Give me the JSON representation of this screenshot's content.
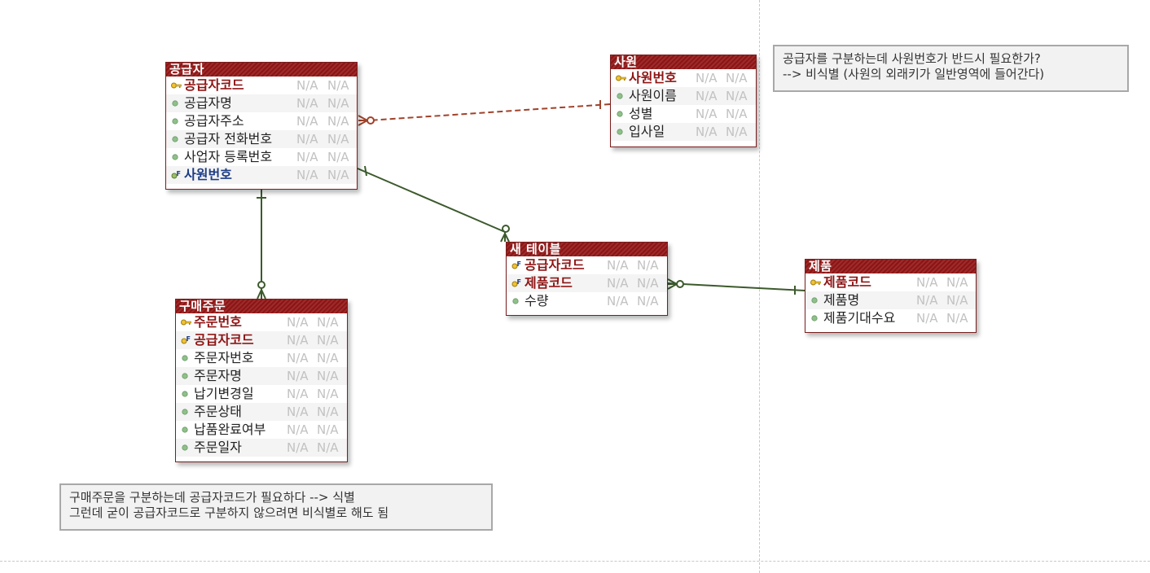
{
  "colors": {
    "header": "#8e1414",
    "relationship_line": "#3c5a2c",
    "non_identifying_line": "#a0422a",
    "type_text": "#c2c2c2",
    "fk_text": "#1d3c86"
  },
  "entities": {
    "supplier": {
      "title": "공급자",
      "attrs": [
        {
          "name": "공급자코드",
          "type": "N/A",
          "nullable": "N/A",
          "key": "pk",
          "icon": "primary-key-icon"
        },
        {
          "name": "공급자명",
          "type": "N/A",
          "nullable": "N/A",
          "key": "attr",
          "icon": "attribute-dot-icon"
        },
        {
          "name": "공급자주소",
          "type": "N/A",
          "nullable": "N/A",
          "key": "attr",
          "icon": "attribute-dot-icon"
        },
        {
          "name": "공급자 전화번호",
          "type": "N/A",
          "nullable": "N/A",
          "key": "attr",
          "icon": "attribute-dot-icon"
        },
        {
          "name": "사업자 등록번호",
          "type": "N/A",
          "nullable": "N/A",
          "key": "attr",
          "icon": "attribute-dot-icon"
        },
        {
          "name": "사원번호",
          "type": "N/A",
          "nullable": "N/A",
          "key": "fk",
          "icon": "foreign-key-icon"
        }
      ]
    },
    "employee": {
      "title": "사원",
      "attrs": [
        {
          "name": "사원번호",
          "type": "N/A",
          "nullable": "N/A",
          "key": "pk",
          "icon": "primary-key-icon"
        },
        {
          "name": "사원이름",
          "type": "N/A",
          "nullable": "N/A",
          "key": "attr",
          "icon": "attribute-dot-icon"
        },
        {
          "name": "성별",
          "type": "N/A",
          "nullable": "N/A",
          "key": "attr",
          "icon": "attribute-dot-icon"
        },
        {
          "name": "입사일",
          "type": "N/A",
          "nullable": "N/A",
          "key": "attr",
          "icon": "attribute-dot-icon"
        }
      ]
    },
    "new_table": {
      "title": "새 테이블",
      "attrs": [
        {
          "name": "공급자코드",
          "type": "N/A",
          "nullable": "N/A",
          "key": "pkfk",
          "icon": "pk-fk-icon"
        },
        {
          "name": "제품코드",
          "type": "N/A",
          "nullable": "N/A",
          "key": "pkfk",
          "icon": "pk-fk-icon"
        },
        {
          "name": "수량",
          "type": "N/A",
          "nullable": "N/A",
          "key": "attr",
          "icon": "attribute-dot-icon"
        }
      ]
    },
    "product": {
      "title": "제품",
      "attrs": [
        {
          "name": "제품코드",
          "type": "N/A",
          "nullable": "N/A",
          "key": "pk",
          "icon": "primary-key-icon"
        },
        {
          "name": "제품명",
          "type": "N/A",
          "nullable": "N/A",
          "key": "attr",
          "icon": "attribute-dot-icon"
        },
        {
          "name": "제품기대수요",
          "type": "N/A",
          "nullable": "N/A",
          "key": "attr",
          "icon": "attribute-dot-icon"
        }
      ]
    },
    "purchase_order": {
      "title": "구매주문",
      "attrs": [
        {
          "name": "주문번호",
          "type": "N/A",
          "nullable": "N/A",
          "key": "pk",
          "icon": "primary-key-icon"
        },
        {
          "name": "공급자코드",
          "type": "N/A",
          "nullable": "N/A",
          "key": "pkfk",
          "icon": "pk-fk-icon"
        },
        {
          "name": "주문자번호",
          "type": "N/A",
          "nullable": "N/A",
          "key": "attr",
          "icon": "attribute-dot-icon"
        },
        {
          "name": "주문자명",
          "type": "N/A",
          "nullable": "N/A",
          "key": "attr",
          "icon": "attribute-dot-icon"
        },
        {
          "name": "납기변경일",
          "type": "N/A",
          "nullable": "N/A",
          "key": "attr",
          "icon": "attribute-dot-icon"
        },
        {
          "name": "주문상태",
          "type": "N/A",
          "nullable": "N/A",
          "key": "attr",
          "icon": "attribute-dot-icon"
        },
        {
          "name": "납품완료여부",
          "type": "N/A",
          "nullable": "N/A",
          "key": "attr",
          "icon": "attribute-dot-icon"
        },
        {
          "name": "주문일자",
          "type": "N/A",
          "nullable": "N/A",
          "key": "attr",
          "icon": "attribute-dot-icon"
        }
      ]
    }
  },
  "notes": {
    "top_right": [
      "공급자를 구분하는데 사원번호가 반드시 필요한가?",
      "--> 비식별 (사원의 외래키가 일반영역에 들어간다)"
    ],
    "bottom_left": [
      "구매주문을 구분하는데 공급자코드가 필요하다 --> 식별",
      "그런데 굳이 공급자코드로 구분하지 않으려면 비식별로 해도 됨"
    ]
  },
  "relationships": [
    {
      "from": "employee",
      "to": "supplier",
      "type": "non-identifying",
      "cardinality": "one-to-zero-or-many"
    },
    {
      "from": "supplier",
      "to": "new_table",
      "type": "identifying",
      "cardinality": "one-to-zero-or-many"
    },
    {
      "from": "product",
      "to": "new_table",
      "type": "identifying",
      "cardinality": "one-to-zero-or-many"
    },
    {
      "from": "supplier",
      "to": "purchase_order",
      "type": "identifying",
      "cardinality": "one-to-zero-or-many"
    }
  ]
}
